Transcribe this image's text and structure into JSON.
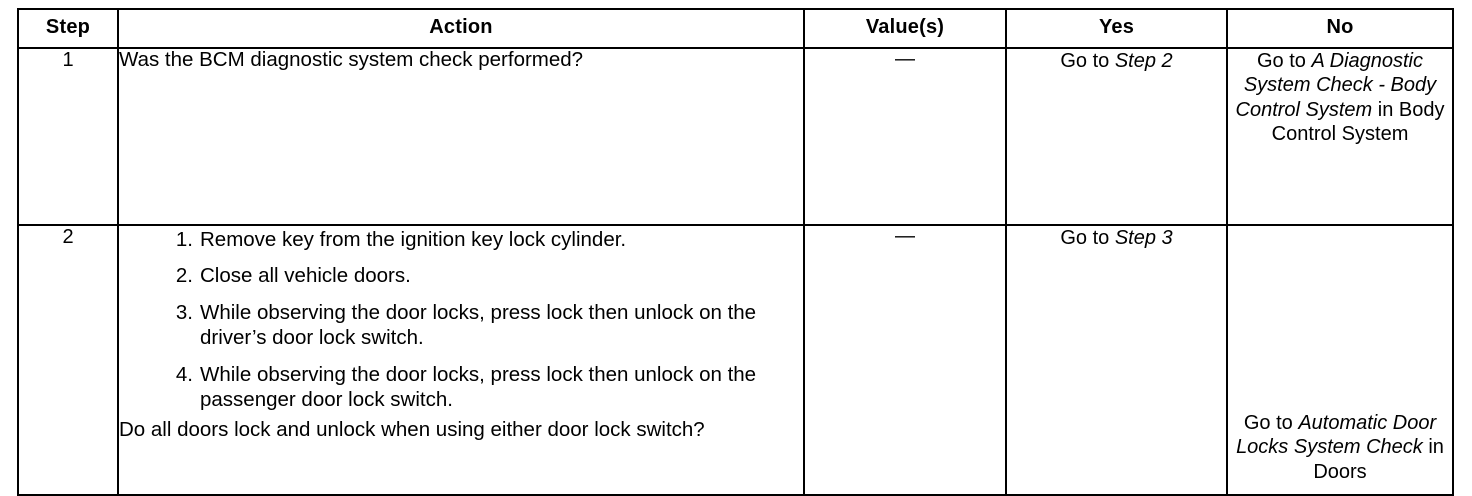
{
  "table": {
    "headers": [
      {
        "key": "step",
        "label": "Step"
      },
      {
        "key": "action",
        "label": "Action"
      },
      {
        "key": "value",
        "label": "Value(s)"
      },
      {
        "key": "yes",
        "label": "Yes"
      },
      {
        "key": "no",
        "label": "No"
      }
    ],
    "rows": [
      {
        "step": "1",
        "action": {
          "question": "Was the BCM diagnostic system check performed?"
        },
        "value": "—",
        "yes": {
          "prefix": "Go to ",
          "italic": "Step 2",
          "suffix": ""
        },
        "no": {
          "prefix": "Go to ",
          "italic": "A Diagnostic System Check - Body Control System",
          "suffix": " in Body Control System"
        }
      },
      {
        "step": "2",
        "action": {
          "items": [
            "Remove key from the ignition key lock cylinder.",
            "Close all vehicle doors.",
            "While observing the door locks, press lock then unlock on the driver’s door lock switch.",
            "While observing the door locks, press lock then unlock on the passenger door lock switch."
          ],
          "question": "Do all doors lock and unlock when using either door lock switch?"
        },
        "value": "—",
        "yes": {
          "prefix": "Go to ",
          "italic": "Step 3",
          "suffix": ""
        },
        "no": {
          "prefix": "Go to ",
          "italic": "Automatic Door Locks System Check",
          "suffix": " in Doors"
        }
      }
    ]
  },
  "colors": {
    "ink": "#000000",
    "paper": "#ffffff"
  }
}
